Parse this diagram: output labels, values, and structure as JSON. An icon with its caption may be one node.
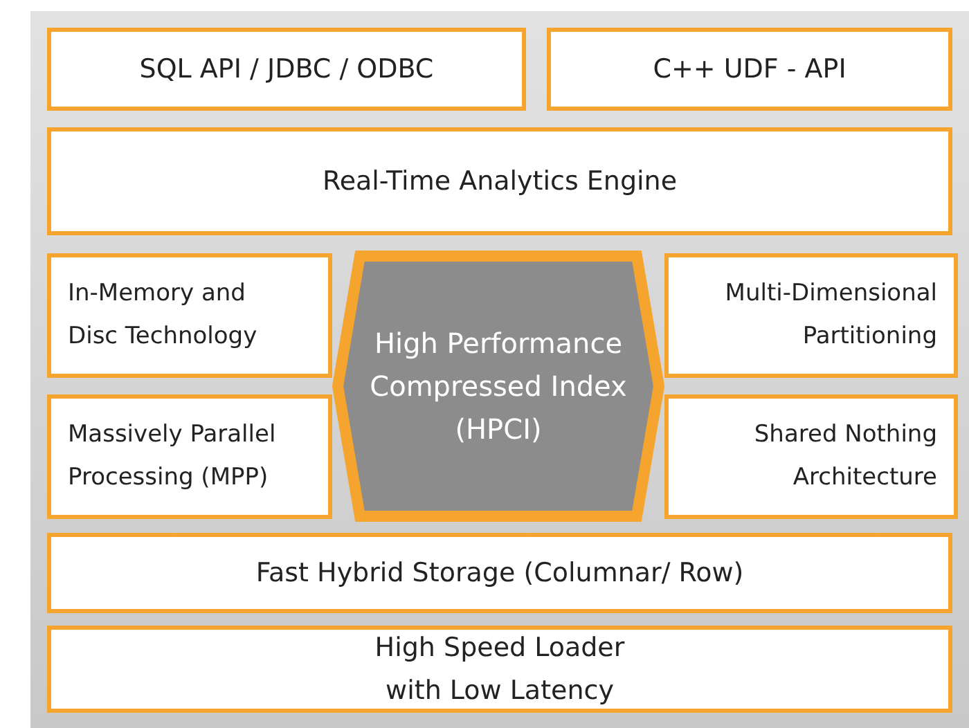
{
  "diagram": {
    "nodes": [
      {
        "text": [
          "SQL API / JDBC / ODBC"
        ]
      },
      {
        "text": [
          "C++ UDF - API"
        ]
      },
      {
        "text": [
          "Real-Time Analytics Engine"
        ]
      },
      {
        "text": [
          "In-Memory and Disc Technology"
        ]
      },
      {
        "text": [
          "Multi-Dimensional Partitioning"
        ]
      },
      {
        "text": [
          "Massively Parallel Processing (MPP)"
        ]
      },
      {
        "text": [
          "Shared Nothing Architecture"
        ]
      },
      {
        "text": [
          "High Performance Compressed Index (HPCI)"
        ]
      },
      {
        "text": [
          "Fast Hybrid Storage (Columnar/ Row)"
        ]
      },
      {
        "text": [
          "High Speed Loader with Low Latency"
        ]
      }
    ]
  }
}
